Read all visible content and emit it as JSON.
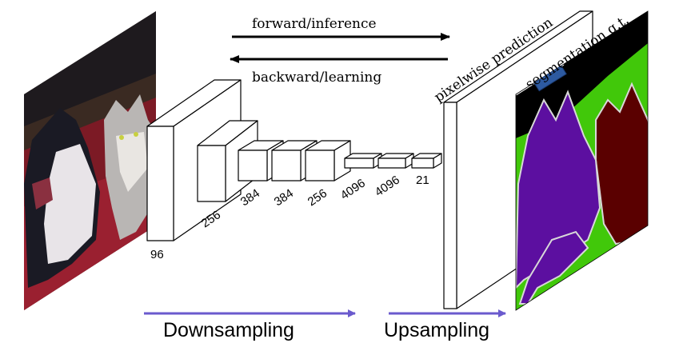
{
  "labels": {
    "forward": "forward/inference",
    "backward": "backward/learning",
    "pixelwise": "pixelwise prediction",
    "segmentation": "segmentation g.t.",
    "downsampling": "Downsampling",
    "upsampling": "Upsampling"
  },
  "layers": [
    "96",
    "256",
    "384",
    "384",
    "256",
    "4096",
    "4096",
    "21"
  ],
  "colors": {
    "arrow": "#000000",
    "phase_arrow": "#6a5acd",
    "seg_background": "#000000",
    "seg_grass": "#41c80a",
    "seg_dog": "#5c0fa0",
    "seg_cat": "#5a0000",
    "seg_label_box": "#2d5aa0"
  },
  "icons": {
    "photo": "dog-and-cat-photo",
    "segmentation": "segmentation-mask-image"
  }
}
